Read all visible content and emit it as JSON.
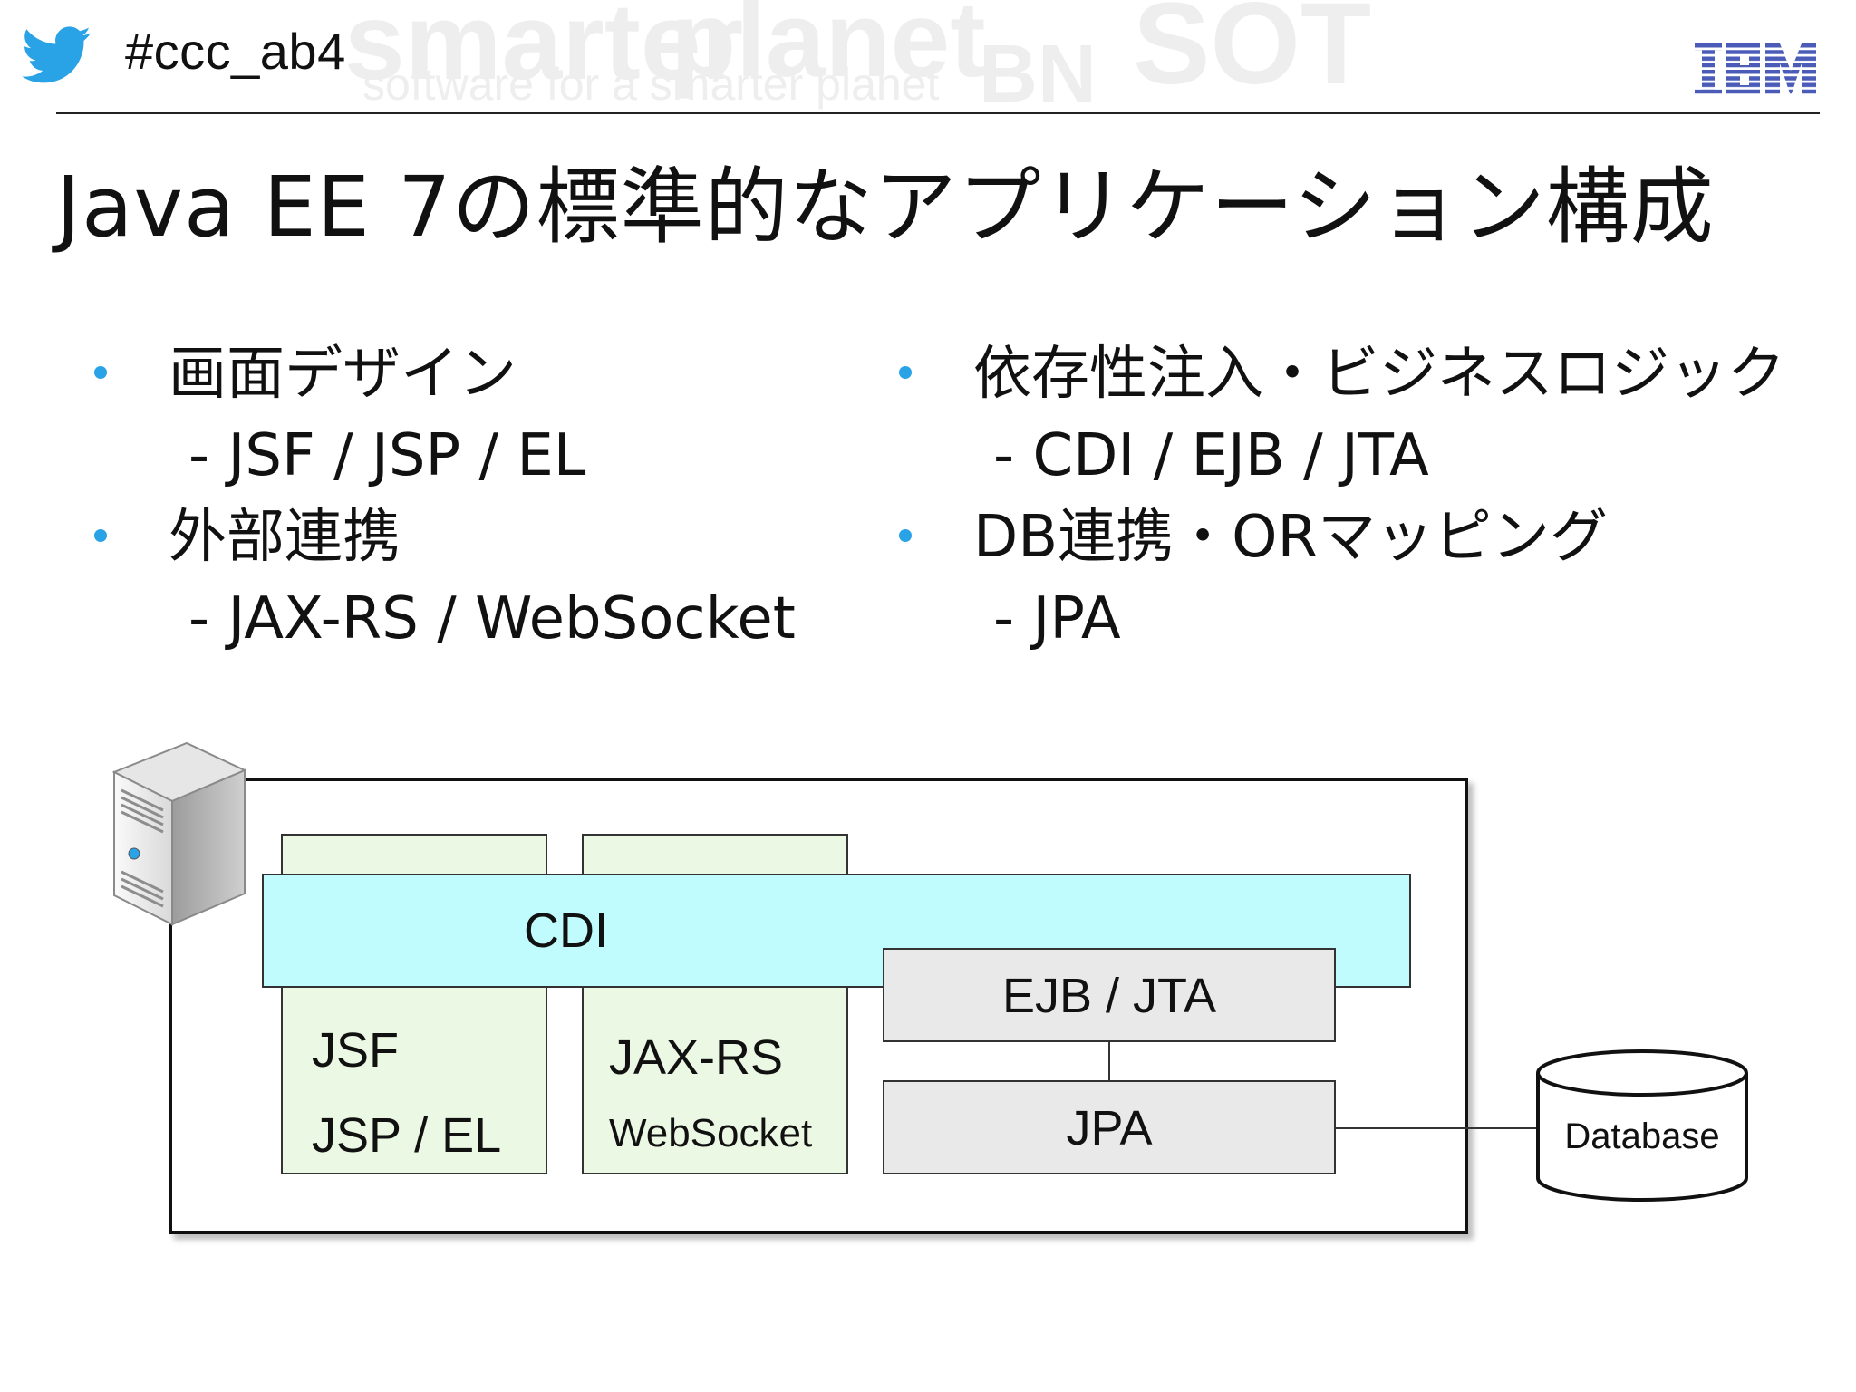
{
  "header": {
    "hashtag": "#ccc_ab4",
    "watermark_words": [
      "smarter",
      "planet",
      "SOT",
      "software for a smarter planet",
      "BN"
    ],
    "logo_text": "IBM",
    "icons": {
      "twitter": "twitter-bird-icon",
      "brand": "ibm-logo"
    }
  },
  "slide": {
    "title": "Java EE 7の標準的なアプリケーション構成"
  },
  "bullets": {
    "left": [
      {
        "heading": "画面デザイン",
        "detail": "- JSF / JSP / EL"
      },
      {
        "heading": "外部連携",
        "detail": "- JAX-RS / WebSocket"
      }
    ],
    "right": [
      {
        "heading": "依存性注入・ビジネスロジック",
        "detail": "- CDI / EJB / JTA"
      },
      {
        "heading": "DB連携・ORマッピング",
        "detail": "- JPA"
      }
    ]
  },
  "diagram": {
    "cdi": "CDI",
    "jsf_box": {
      "line1": "JSF",
      "line2": "JSP / EL"
    },
    "jaxrs_box": {
      "line1": "JAX-RS",
      "line2": "WebSocket"
    },
    "ejb": "EJB / JTA",
    "jpa": "JPA",
    "database": "Database",
    "icons": {
      "server": "server-icon",
      "database": "database-cylinder-icon"
    }
  },
  "colors": {
    "bullet": "#29a3e6",
    "twitter": "#29a3e6",
    "ibm": "#4a5bb8",
    "green_box": "#ebf8e3",
    "cyan_box": "#c0fbfd",
    "gray_box": "#e9e9e9"
  }
}
